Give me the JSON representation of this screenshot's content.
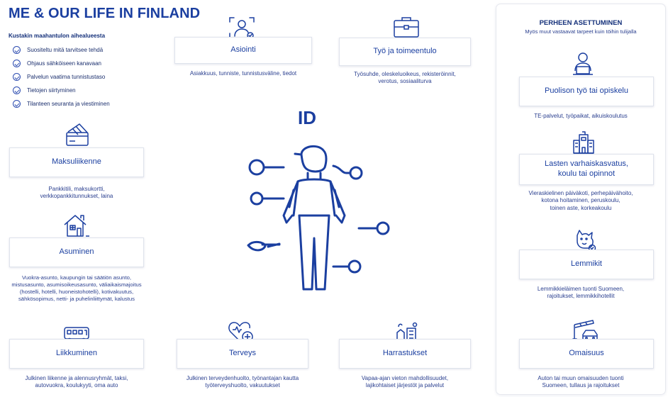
{
  "title": "ME & OUR LIFE IN FINLAND",
  "subheading": "Kustakin maahantulon aihealueesta",
  "checklist": [
    "Suositeltu mitä tarvitsee tehdä",
    "Ohjaus sähköiseen kanavaan",
    "Palvelun vaatima tunnistustaso",
    "Tietojen siirtyminen",
    "Tilanteen seuranta ja viestiminen"
  ],
  "center_label": "ID",
  "topics": {
    "asiointi": {
      "label": "Asiointi",
      "desc": [
        "Asiakkuus, tunniste, tunnistusväline, tiedot"
      ],
      "icon": "id-person-icon"
    },
    "tyo": {
      "label": "Työ ja toimeentulo",
      "desc": [
        "Työsuhde, oleskeluoikeus, rekisteröinnit,",
        "verotus, sosiaaliturva"
      ],
      "icon": "briefcase-icon"
    },
    "maksuliikenne": {
      "label": "Maksuliikenne",
      "desc": [
        "Pankkitili, maksukortti,",
        "verkkopankkitunnukset, laina"
      ],
      "icon": "payment-card-icon"
    },
    "asuminen": {
      "label": "Asuminen",
      "desc": [
        "Vuokra-asunto, kaupungin tai säätiön asunto,",
        "mistusasunto, asumisoikeusasunto, väliaikaismajoitus",
        "(hostelli, hotelli, huoneistohotelli), kotivakuutus,",
        "sähkösopimus, netti- ja puhelinliittymät, kalustus"
      ],
      "icon": "house-icon"
    },
    "liikkuminen": {
      "label": "Liikkuminen",
      "desc": [
        "Julkinen liikenne ja alennusryhmät, taksi,",
        "autovuokra, koulukyyti, oma auto"
      ],
      "icon": "bus-icon"
    },
    "terveys": {
      "label": "Terveys",
      "desc": [
        "Julkinen terveydenhuolto, työnantajan kautta",
        "työterveyshuolto, vakuutukset"
      ],
      "icon": "heart-plus-icon"
    },
    "harrastukset": {
      "label": "Harrastukset",
      "desc": [
        "Vapaa-ajan vieton mahdollisuudet,",
        "lajikohtaiset järjestöt ja palvelut"
      ],
      "icon": "leisure-icon"
    }
  },
  "family": {
    "title": "PERHEEN ASETTUMINEN",
    "subtitle": "Myös muut vastaavat tarpeet kuin töihin tulijalla",
    "items": [
      {
        "label": "Puolison työ tai opiskelu",
        "desc": [
          "TE-palvelut, työpaikat, aikuiskoulutus"
        ],
        "icon": "person-laptop-icon"
      },
      {
        "label": [
          "Lasten varhaiskasvatus,",
          "koulu tai opinnot"
        ],
        "desc": [
          "Vieraskielinen päiväkoti, perhepäivähoito,",
          "kotona hoitaminen, peruskoulu,",
          "toinen aste, korkeakoulu"
        ],
        "icon": "school-building-icon"
      },
      {
        "label": "Lemmikit",
        "desc": [
          "Lemmikkieläimen tuonti Suomeen,",
          "rajoitukset, lemmikkihotellit"
        ],
        "icon": "pet-icon"
      },
      {
        "label": "Omaisuus",
        "desc": [
          "Auton tai muun omaisuuden tuonti",
          "Suomeen, tullaus ja rajoitukset"
        ],
        "icon": "car-barrier-icon"
      }
    ]
  }
}
